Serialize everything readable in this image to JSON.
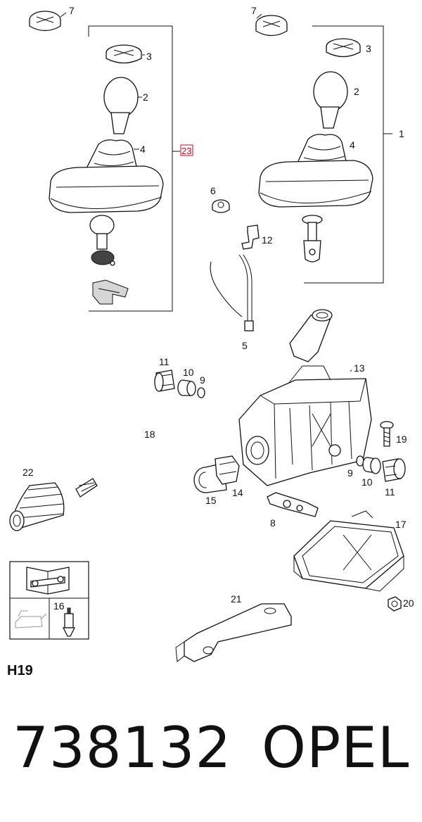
{
  "diagram": {
    "callouts": {
      "left_cap_top": "7",
      "left_cap_knob": "3",
      "left_knob": "2",
      "left_boot": "4",
      "assembly_kit": "23",
      "right_cap_top": "7",
      "right_cap_knob": "3",
      "right_knob": "2",
      "right_boot": "4",
      "right_assembly": "1",
      "nut_6": "6",
      "clip_12": "12",
      "cable_tie": "5",
      "bushing_11_left": "11",
      "sleeve_10_left": "10",
      "ring_9_left": "9",
      "housing": "13",
      "cable": "18",
      "bolt": "19",
      "ring_9_right": "9",
      "sleeve_10_right": "10",
      "bushing_11_right": "11",
      "boot_22": "22",
      "grommet_15": "15",
      "collar_14": "14",
      "link_8": "8",
      "tray": "17",
      "nut_20": "20",
      "bracket": "21",
      "service_item": "16"
    },
    "colors": {
      "line": "#111111",
      "highlight": "#d0021b",
      "shade": "#d6d6d6"
    }
  },
  "diagram_code": "H19",
  "part_number": "738132",
  "brand": "OPEL"
}
